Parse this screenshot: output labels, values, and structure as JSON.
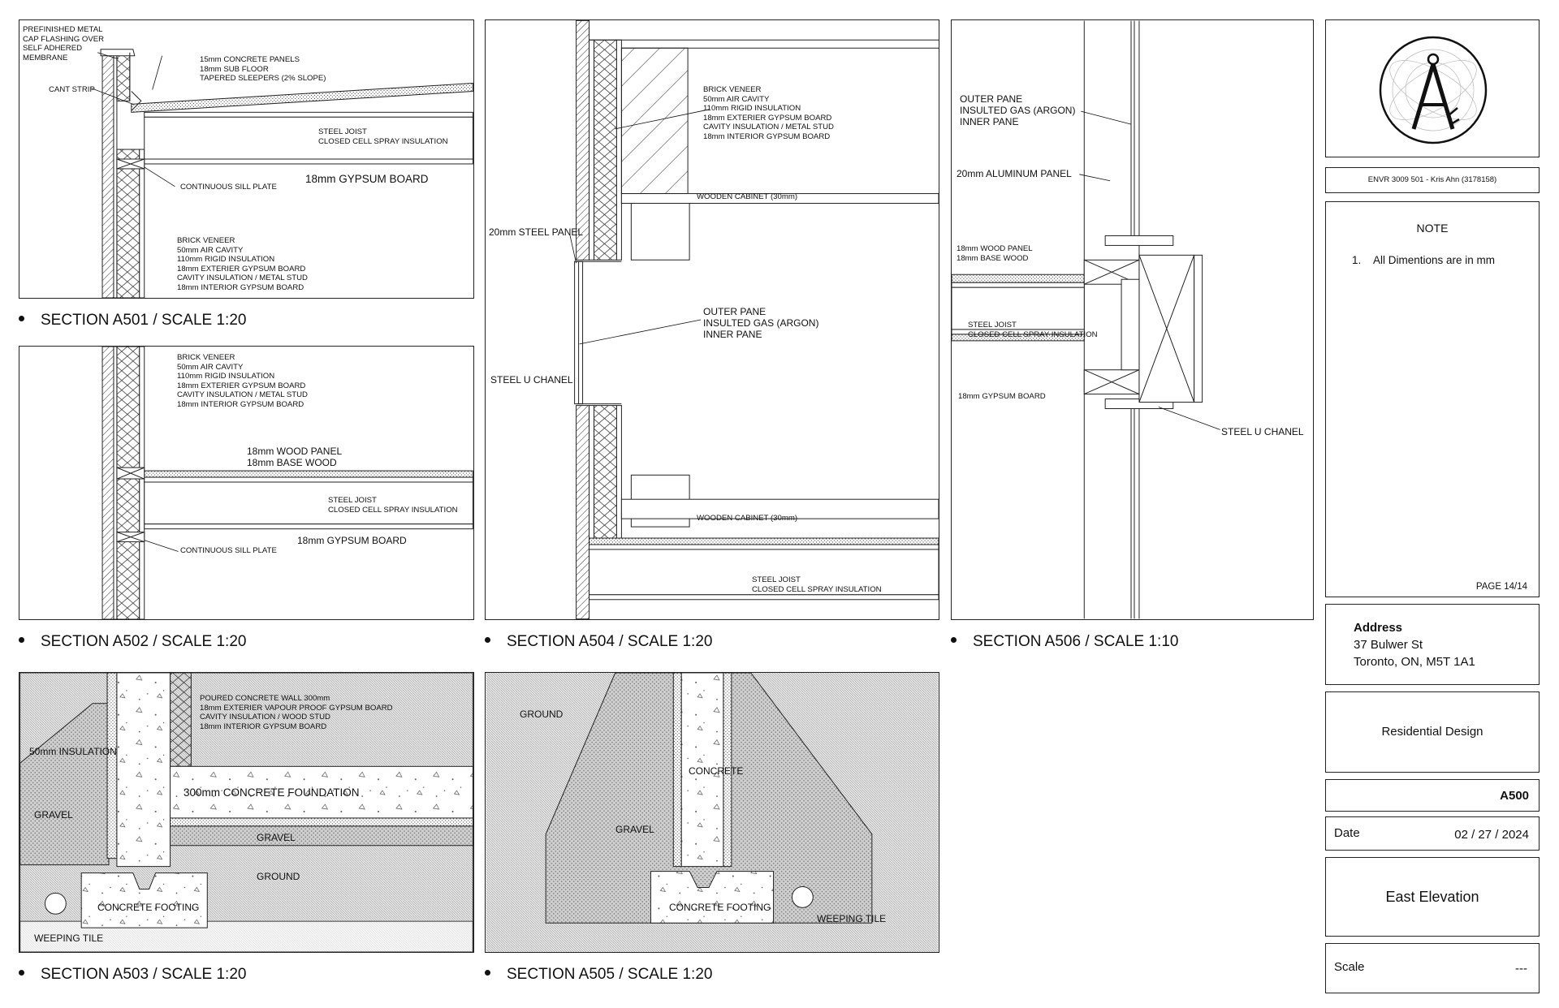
{
  "sections": {
    "a501": {
      "caption": "SECTION A501 / SCALE 1:20",
      "label_flashing": "PREFINISHED METAL\nCAP FLASHING OVER\nSELF ADHERED\nMEMBRANE",
      "label_panels": "15mm CONCRETE PANELS\n18mm SUB FLOOR\nTAPERED SLEEPERS (2% SLOPE)",
      "label_cant": "CANT STRIP",
      "label_joist": "STEEL JOIST\nCLOSED CELL SPRAY INSULATION",
      "label_gypsum": "18mm GYPSUM BOARD",
      "label_sill": "CONTINUOUS SILL PLATE",
      "label_wall": "BRICK VENEER\n50mm AIR CAVITY\n110mm RIGID INSULATION\n18mm EXTERIER GYPSUM BOARD\nCAVITY INSULATION / METAL STUD\n18mm INTERIOR GYPSUM BOARD"
    },
    "a502": {
      "caption": "SECTION A502 / SCALE 1:20",
      "label_wall": "BRICK VENEER\n50mm AIR CAVITY\n110mm RIGID INSULATION\n18mm EXTERIER GYPSUM BOARD\nCAVITY INSULATION / METAL STUD\n18mm INTERIOR GYPSUM BOARD",
      "label_wood": "18mm WOOD PANEL\n18mm BASE WOOD",
      "label_joist": "STEEL JOIST\nCLOSED CELL SPRAY INSULATION",
      "label_gypsum": "18mm GYPSUM BOARD",
      "label_sill": "CONTINUOUS SILL PLATE"
    },
    "a503": {
      "caption": "SECTION A503 / SCALE 1:20",
      "label_wall": "POURED CONCRETE WALL 300mm\n18mm EXTERIER VAPOUR PROOF GYPSUM BOARD\nCAVITY INSULATION / WOOD STUD\n18mm INTERIOR GYPSUM BOARD",
      "label_insulation": "50mm INSULATION",
      "label_foundation": "300mm CONCRETE FOUNDATION",
      "label_gravel_left": "GRAVEL",
      "label_gravel": "GRAVEL",
      "label_ground": "GROUND",
      "label_footing": "CONCRETE FOOTING",
      "label_tile": "WEEPING TILE"
    },
    "a504": {
      "caption": "SECTION A504 / SCALE 1:20",
      "label_wall": "BRICK VENEER\n50mm AIR CAVITY\n110mm RIGID INSULATION\n18mm EXTERIER GYPSUM BOARD\nCAVITY INSULATION / METAL STUD\n18mm INTERIOR GYPSUM BOARD",
      "label_cabinet_top": "WOODEN CABINET (30mm)",
      "label_steel_panel": "20mm STEEL PANEL",
      "label_glass": "OUTER PANE\nINSULTED GAS (ARGON)\nINNER PANE",
      "label_channel": "STEEL U CHANEL",
      "label_cabinet_bottom": "WOODEN CABINET (30mm)",
      "label_joist": "STEEL JOIST\nCLOSED CELL SPRAY INSULATION"
    },
    "a505": {
      "caption": "SECTION A505 / SCALE 1:20",
      "label_ground": "GROUND",
      "label_concrete": "CONCRETE",
      "label_gravel": "GRAVEL",
      "label_footing": "CONCRETE FOOTING",
      "label_tile": "WEEPING TILE"
    },
    "a506": {
      "caption": "SECTION A506 / SCALE 1:10",
      "label_glass": "OUTER PANE\nINSULTED GAS (ARGON)\nINNER PANE",
      "label_aluminum": "20mm ALUMINUM PANEL",
      "label_wood": "18mm WOOD PANEL\n18mm BASE WOOD",
      "label_joist": "STEEL JOIST\nCLOSED CELL SPRAY INSULATION",
      "label_gypsum": "18mm GYPSUM BOARD",
      "label_channel": "STEEL U CHANEL"
    }
  },
  "title_block": {
    "course": "ENVR 3009 501 - Kris Ahn (3178158)",
    "note_title": "NOTE",
    "note_number": "1.",
    "note_text": "All Dimentions are in mm",
    "page": "PAGE 14/14",
    "address_label": "Address",
    "address_line1": "37 Bulwer St",
    "address_line2": "Toronto, ON, M5T 1A1",
    "project": "Residential Design",
    "sheet": "A500",
    "date_label": "Date",
    "date_value": "02 / 27 / 2024",
    "drawing_title": "East Elevation",
    "scale_label": "Scale",
    "scale_value": "---"
  },
  "icons": {
    "logo": "compass-monogram-logo",
    "bullet": "bullet-dot"
  }
}
